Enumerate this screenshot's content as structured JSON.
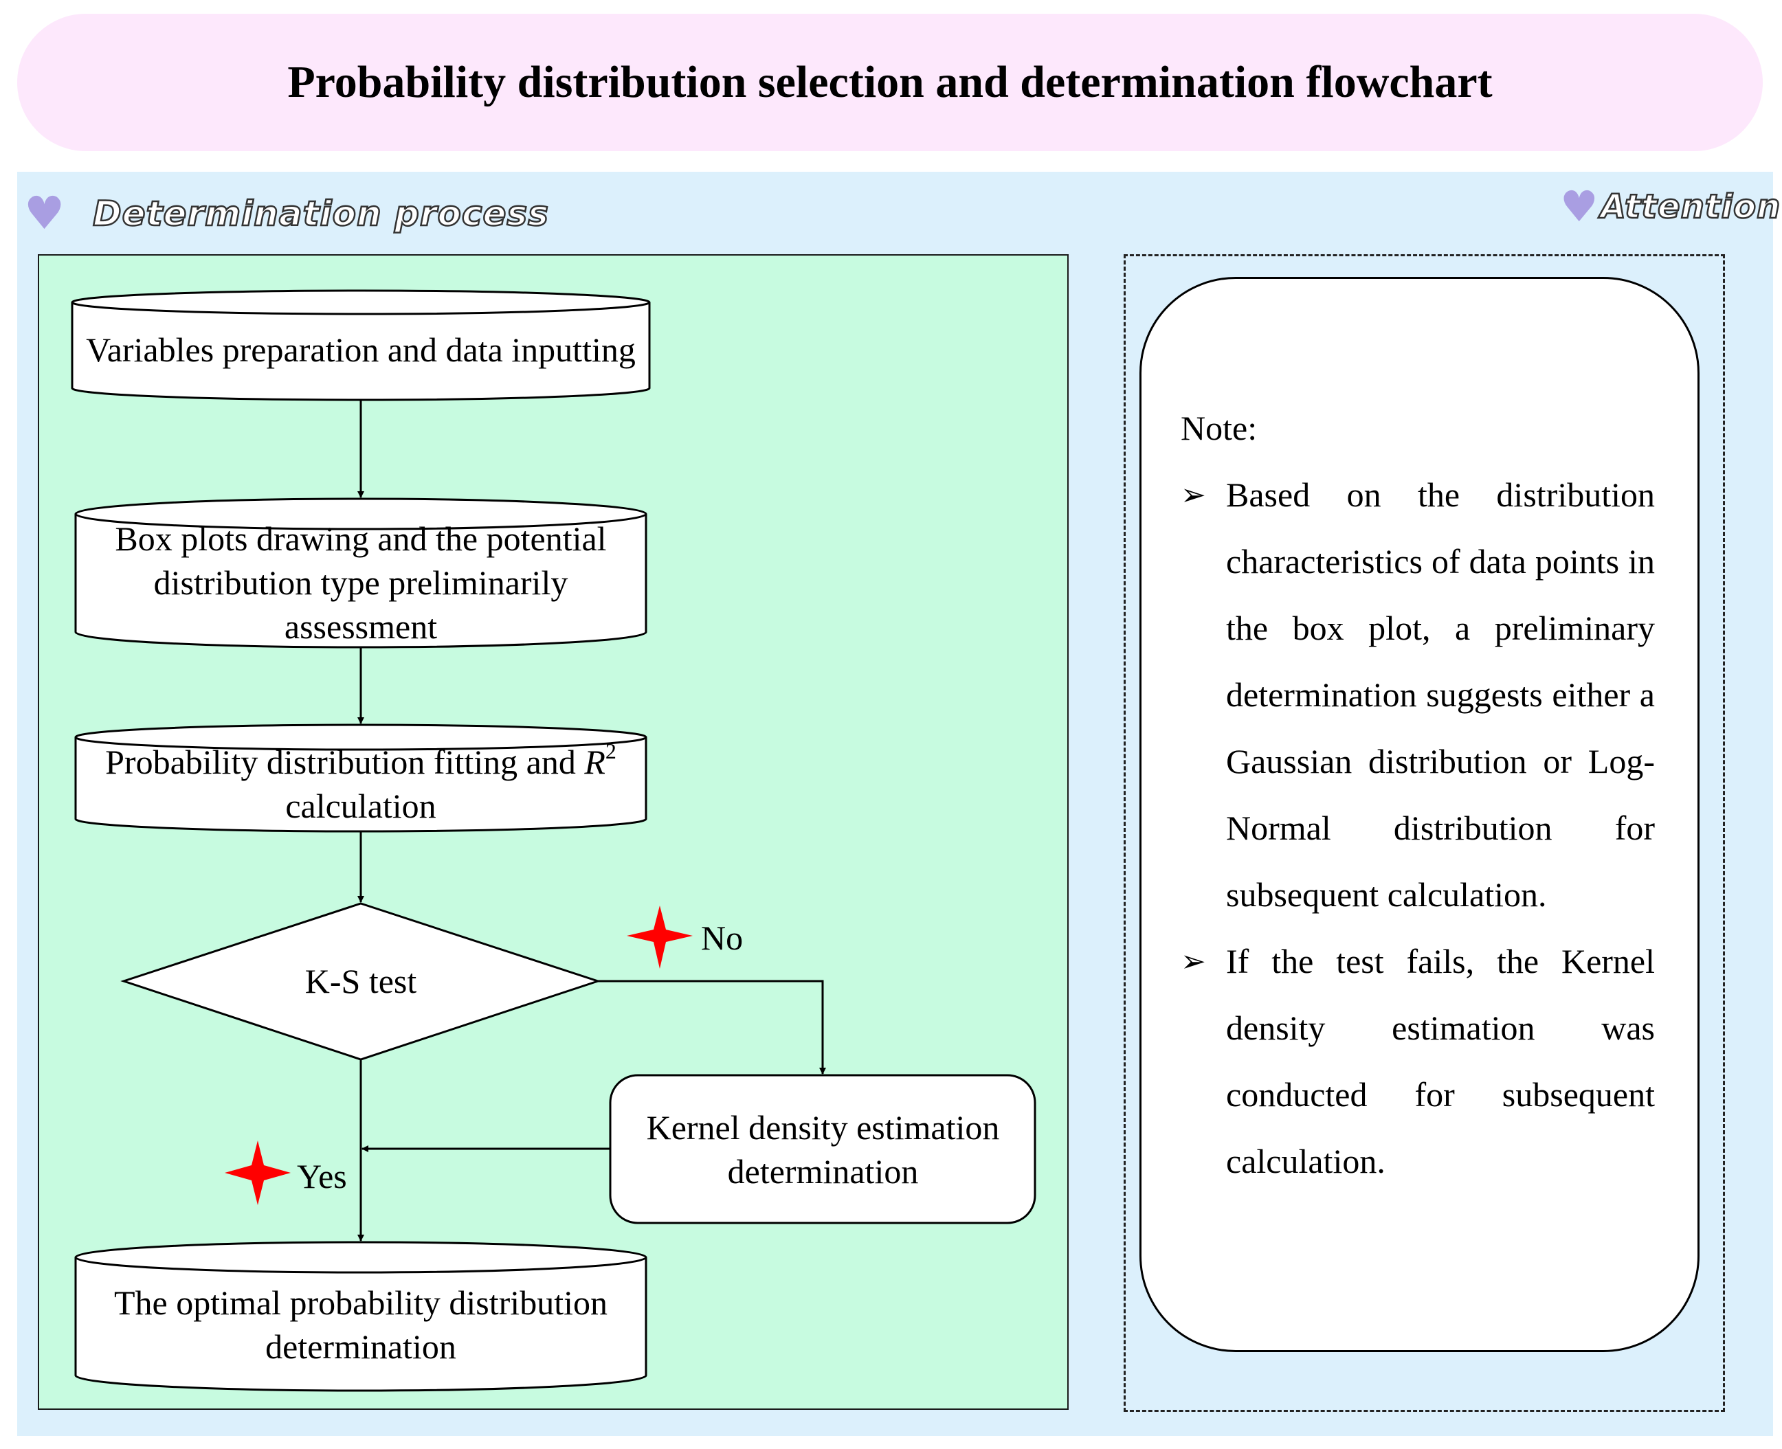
{
  "title": "Probability distribution selection and determination flowchart",
  "sections": {
    "left_label": "Determination process",
    "right_label": "Attention"
  },
  "flow": {
    "step1": "Variables preparation and data inputting",
    "step2": "Box plots drawing and the potential distribution type preliminarily assessment",
    "step3_prefix": "Probability distribution fitting and ",
    "step3_var": "R",
    "step3_sup": "2",
    "step3_suffix": " calculation",
    "decision": "K-S test",
    "no_label": "No",
    "yes_label": "Yes",
    "kde": "Kernel density estimation determination",
    "final": "The optimal probability distribution determination"
  },
  "note": {
    "heading": "Note:",
    "items": [
      "Based on the distribution characteristics of data points in the box plot, a preliminary determination suggests either a Gaussian distribution or Log-Normal distribution for subsequent calculation.",
      "If the test fails, the Kernel density estimation was conducted for subsequent calculation."
    ]
  },
  "colors": {
    "title_bg": "#fde8fc",
    "panel_bg": "#dcf0fc",
    "flow_bg": "#c7fbe0",
    "heart": "#a99ee2",
    "star": "#ff0000"
  },
  "icons": [
    "heart-icon",
    "star-icon",
    "arrow-bullet-icon"
  ]
}
